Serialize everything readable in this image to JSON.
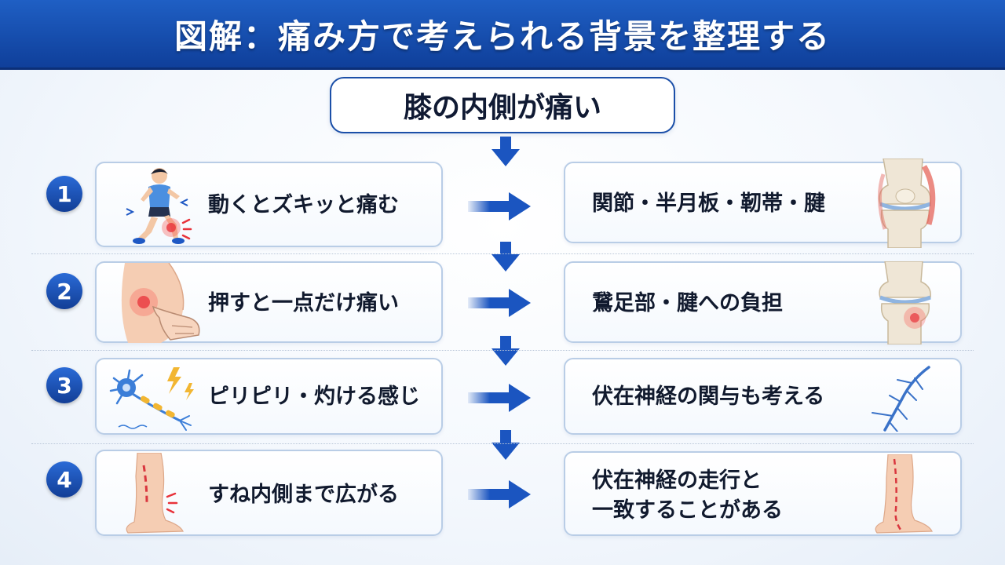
{
  "header": {
    "title": "図解：痛み方で考えられる背景を整理する"
  },
  "start": {
    "label": "膝の内側が痛い"
  },
  "colors": {
    "header_blue": "#1651b4",
    "arrow_blue": "#1b55c0",
    "card_border": "#b9cde6",
    "pain_red": "#e8323a"
  },
  "rows": [
    {
      "number": "1",
      "symptom": "動くとズキッと痛む",
      "symptom_icon": "running-child-knee-pain-icon",
      "cause": "関節・半月板・靭帯・腱",
      "cause_icon": "knee-joint-anatomy-icon"
    },
    {
      "number": "2",
      "symptom": "押すと一点だけ痛い",
      "symptom_icon": "finger-pressing-knee-icon",
      "cause": "鵞足部・腱への負担",
      "cause_icon": "knee-pes-anserinus-icon"
    },
    {
      "number": "3",
      "symptom": "ピリピリ・灼ける感じ",
      "symptom_icon": "nerve-cell-lightning-icon",
      "cause": "伏在神経の関与も考える",
      "cause_icon": "nerve-branch-icon"
    },
    {
      "number": "4",
      "symptom": "すね内側まで広がる",
      "symptom_icon": "shin-pain-leg-icon",
      "cause_line1": "伏在神経の走行と",
      "cause_line2": "一致することがある",
      "cause_icon": "leg-nerve-path-icon"
    }
  ]
}
